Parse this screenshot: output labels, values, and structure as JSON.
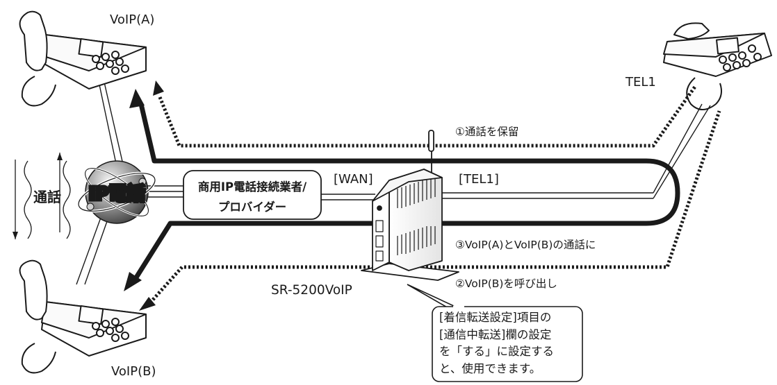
{
  "labels": {
    "voip_a": "VoIP(A)",
    "voip_b": "VoIP(B)",
    "tel1": "TEL1",
    "router": "SR-5200VoIP",
    "call": "通話",
    "ip_phone": "IP電話",
    "provider_line1": "商用IP電話接続業者/",
    "provider_line2": "プロバイダー",
    "wan_port": "[WAN]",
    "tel1_port": "[TEL1]",
    "step1": "①通話を保留",
    "step2": "②VoIP(B)を呼び出し",
    "step3": "③VoIP(A)とVoIP(B)の通話に"
  },
  "callout": {
    "lines": [
      "[着信転送設定]項目の",
      "[通信中転送]欄の設定",
      "を「する」に設定する",
      "と、使用できます。"
    ]
  },
  "colors": {
    "line": "#1a1a1a",
    "background": "#ffffff",
    "globe_dark": "#5a5a5a",
    "globe_light": "#e8e8e8"
  }
}
